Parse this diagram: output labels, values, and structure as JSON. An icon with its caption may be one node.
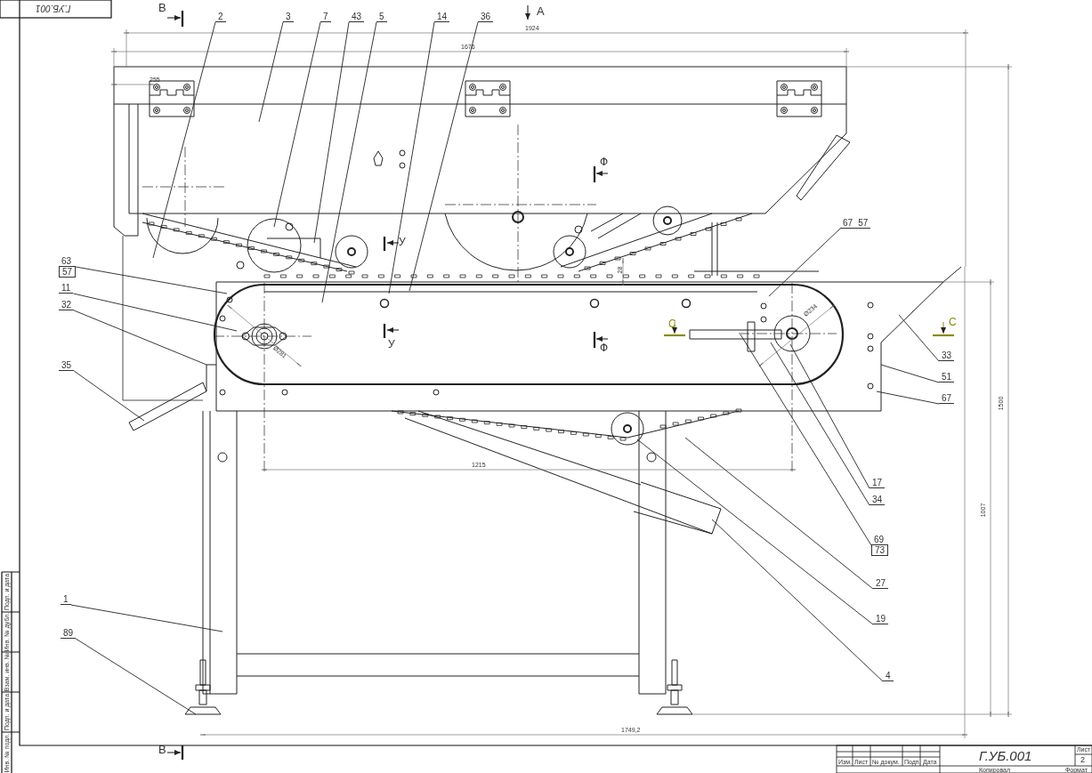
{
  "diagram": {
    "nodes": [
      {
        "text": [
          "2"
        ]
      },
      {
        "text": [
          "3"
        ]
      },
      {
        "text": [
          "7"
        ]
      },
      {
        "text": [
          "43"
        ]
      },
      {
        "text": [
          "5"
        ]
      },
      {
        "text": [
          "14"
        ]
      },
      {
        "text": [
          "36"
        ]
      },
      {
        "text": [
          "67",
          "57"
        ]
      },
      {
        "text": [
          "63",
          "57"
        ]
      },
      {
        "text": [
          "11"
        ]
      },
      {
        "text": [
          "32"
        ]
      },
      {
        "text": [
          "35"
        ]
      },
      {
        "text": [
          "33"
        ]
      },
      {
        "text": [
          "51"
        ]
      },
      {
        "text": [
          "67"
        ]
      },
      {
        "text": [
          "17"
        ]
      },
      {
        "text": [
          "34"
        ]
      },
      {
        "text": [
          "69",
          "73"
        ]
      },
      {
        "text": [
          "27"
        ]
      },
      {
        "text": [
          "19"
        ]
      },
      {
        "text": [
          "1"
        ]
      },
      {
        "text": [
          "89"
        ]
      },
      {
        "text": [
          "4"
        ]
      }
    ],
    "edges": [
      {
        "from": 0,
        "to": null,
        "arrow": "none"
      },
      {
        "from": 1,
        "to": null,
        "arrow": "none"
      },
      {
        "from": 2,
        "to": null,
        "arrow": "none"
      },
      {
        "from": 3,
        "to": null,
        "arrow": "none"
      },
      {
        "from": 4,
        "to": null,
        "arrow": "none"
      },
      {
        "from": 5,
        "to": null,
        "arrow": "none"
      },
      {
        "from": 6,
        "to": null,
        "arrow": "none"
      },
      {
        "from": 7,
        "to": null,
        "arrow": "none"
      },
      {
        "from": 8,
        "to": null,
        "arrow": "none"
      },
      {
        "from": 9,
        "to": null,
        "arrow": "none"
      },
      {
        "from": 10,
        "to": null,
        "arrow": "none"
      },
      {
        "from": 11,
        "to": null,
        "arrow": "none"
      },
      {
        "from": 12,
        "to": null,
        "arrow": "none"
      },
      {
        "from": 13,
        "to": null,
        "arrow": "none"
      },
      {
        "from": 14,
        "to": null,
        "arrow": "none"
      },
      {
        "from": 15,
        "to": null,
        "arrow": "none"
      },
      {
        "from": 16,
        "to": null,
        "arrow": "none"
      },
      {
        "from": 17,
        "to": null,
        "arrow": "none"
      },
      {
        "from": 18,
        "to": null,
        "arrow": "none"
      },
      {
        "from": 19,
        "to": null,
        "arrow": "none"
      },
      {
        "from": 20,
        "to": null,
        "arrow": "none"
      },
      {
        "from": 21,
        "to": null,
        "arrow": "none"
      },
      {
        "from": 22,
        "to": null,
        "arrow": "none"
      }
    ],
    "labels": [
      "Г.УБ.001",
      "B",
      "A",
      "1924",
      "1676",
      "255",
      "Ф",
      "У",
      "28",
      "Ø281",
      "У",
      "C",
      "Ø234",
      "Ф",
      "C",
      "1215",
      "1500",
      "1007",
      "Подп. и дата",
      "Инв. № дубл.",
      "Взам. инв. №",
      "Подп. и дата",
      "Инв. № подл.",
      "1749,2",
      "B",
      "Изм.",
      "Лист",
      "№ докум.",
      "Подп.",
      "Дата",
      "Г.УБ.001",
      "Лист",
      "2",
      "Копировал",
      "Формат"
    ]
  }
}
